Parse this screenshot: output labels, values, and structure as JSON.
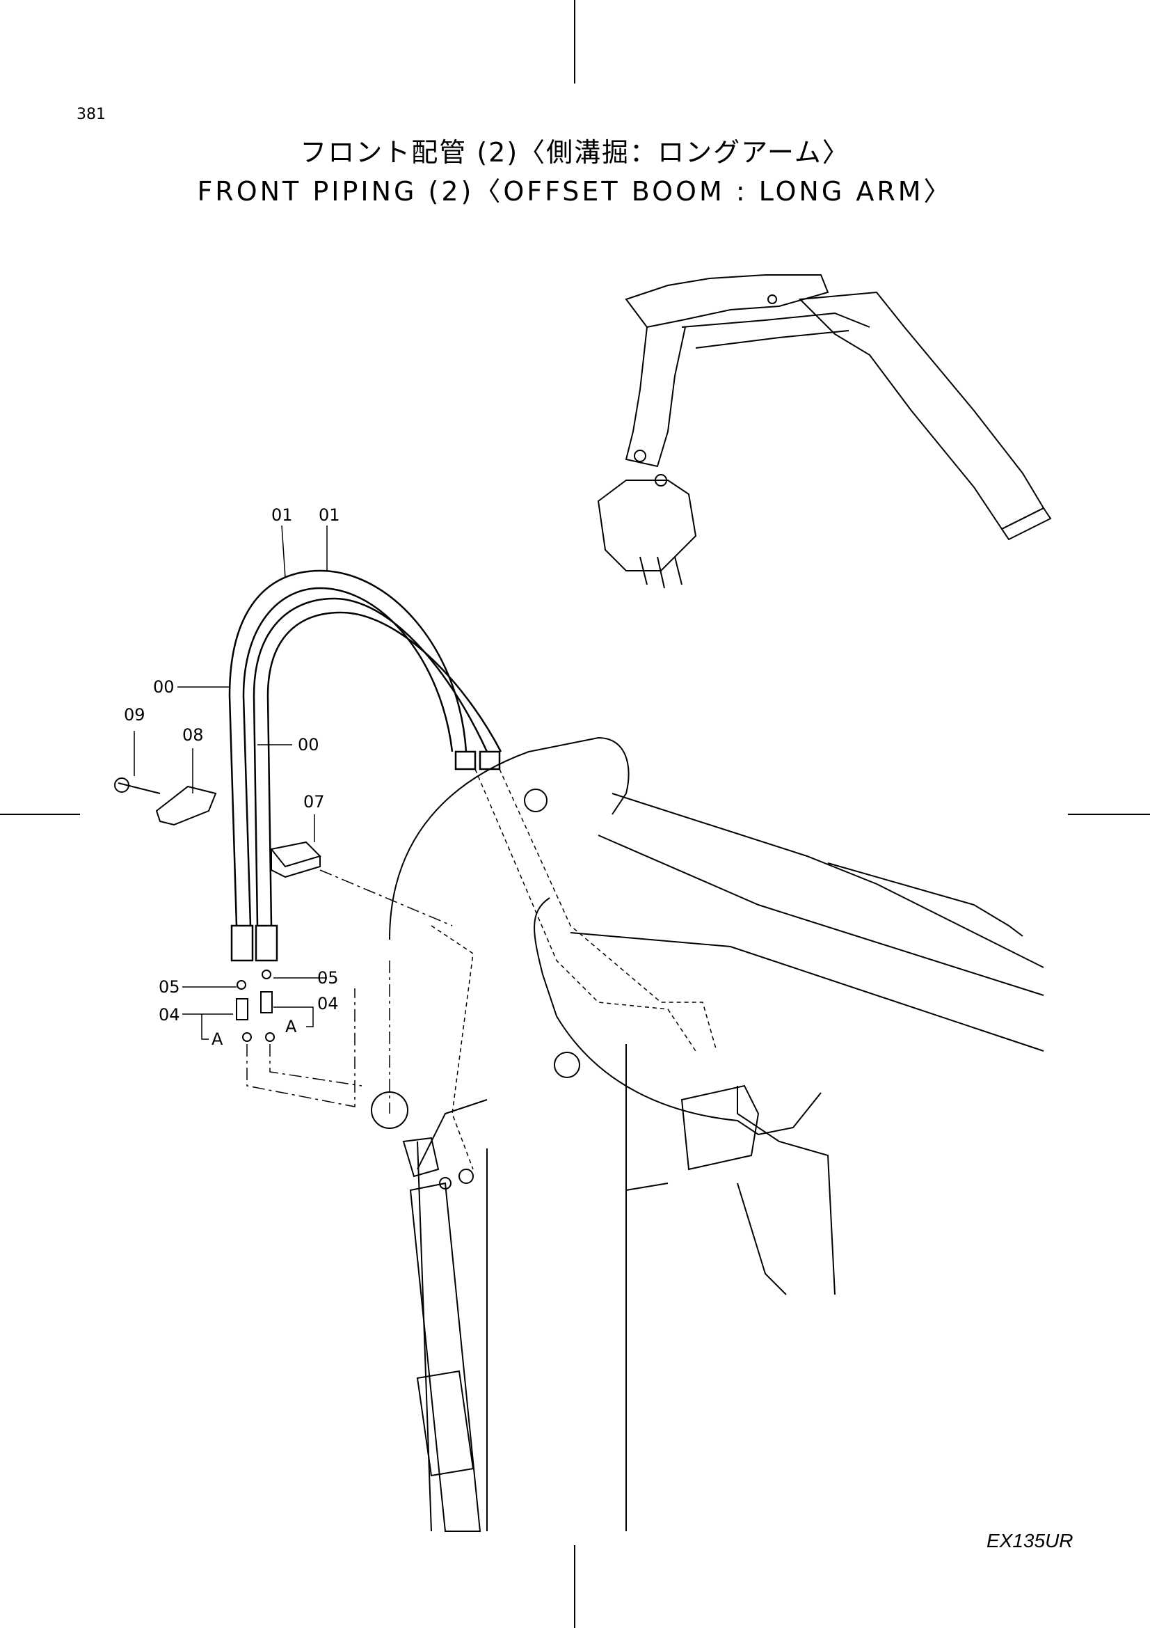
{
  "page": {
    "number": "381",
    "title_jp": "フロント配管 (2)〈側溝掘：ロングアーム〉",
    "title_en": "FRONT PIPING (2)〈OFFSET BOOM : LONG ARM〉",
    "model": "EX135UR"
  },
  "callouts": [
    {
      "id": "01a",
      "text": "01"
    },
    {
      "id": "01b",
      "text": "01"
    },
    {
      "id": "00a",
      "text": "00"
    },
    {
      "id": "00b",
      "text": "00"
    },
    {
      "id": "09",
      "text": "09"
    },
    {
      "id": "08",
      "text": "08"
    },
    {
      "id": "07",
      "text": "07"
    },
    {
      "id": "05a",
      "text": "05"
    },
    {
      "id": "05b",
      "text": "05"
    },
    {
      "id": "04a",
      "text": "04"
    },
    {
      "id": "04b",
      "text": "04"
    },
    {
      "id": "Aa",
      "text": "A"
    },
    {
      "id": "Ab",
      "text": "A"
    }
  ]
}
